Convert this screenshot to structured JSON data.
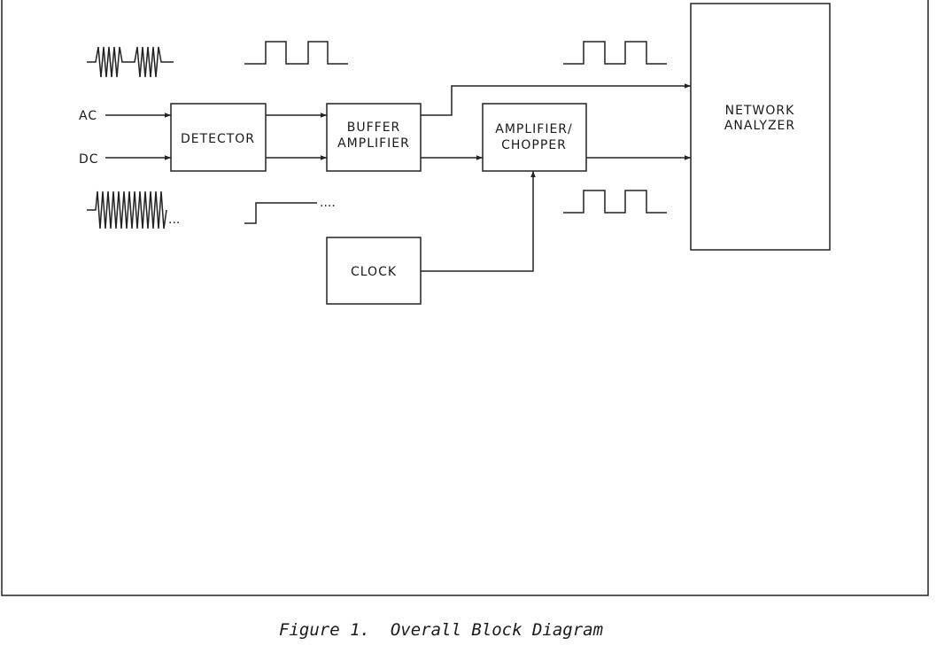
{
  "diagram": {
    "blocks": {
      "detector": [
        "DETECTOR"
      ],
      "buffer_amplifier": [
        "BUFFER",
        "AMPLIFIER"
      ],
      "amplifier_chopper": [
        "AMPLIFIER/",
        "CHOPPER"
      ],
      "clock": [
        "CLOCK"
      ],
      "network_analyzer": [
        "NETWORK",
        "ANALYZER"
      ]
    },
    "inputs": {
      "ac": "AC",
      "dc": "DC"
    },
    "ellipsis": "...",
    "dotted": "....",
    "connections": [
      [
        "AC",
        "DETECTOR"
      ],
      [
        "DC",
        "DETECTOR"
      ],
      [
        "DETECTOR",
        "BUFFER AMPLIFIER"
      ],
      [
        "BUFFER AMPLIFIER",
        "NETWORK ANALYZER"
      ],
      [
        "BUFFER AMPLIFIER",
        "AMPLIFIER/CHOPPER"
      ],
      [
        "CLOCK",
        "AMPLIFIER/CHOPPER"
      ],
      [
        "AMPLIFIER/CHOPPER",
        "NETWORK ANALYZER"
      ]
    ]
  },
  "caption": "Figure 1.  Overall Block Diagram"
}
